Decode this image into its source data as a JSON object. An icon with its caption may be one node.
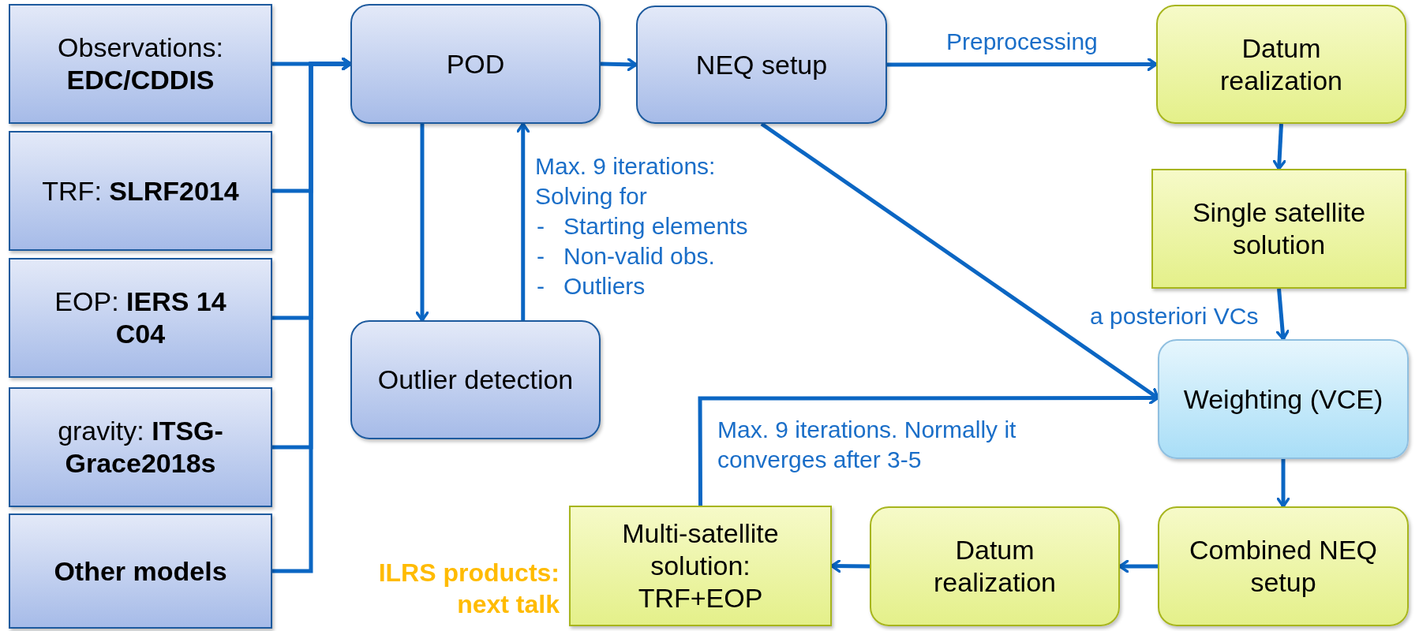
{
  "diagram": {
    "nodes": [
      {
        "text": [
          "Observations: **EDC/CDDIS**"
        ]
      },
      {
        "text": [
          "TRF: **SLRF2014**"
        ]
      },
      {
        "text": [
          "EOP: **IERS 14 C04**"
        ]
      },
      {
        "text": [
          "gravity: **ITSG-Grace2018s**"
        ]
      },
      {
        "text": [
          "**Other models**"
        ]
      },
      {
        "text": [
          "POD"
        ]
      },
      {
        "text": [
          "NEQ setup"
        ]
      },
      {
        "text": [
          "Datum realization"
        ]
      },
      {
        "text": [
          "Single satellite solution"
        ]
      },
      {
        "text": [
          "Weighting (VCE)"
        ]
      },
      {
        "text": [
          "Outlier detection"
        ]
      },
      {
        "text": [
          "Combined NEQ setup"
        ]
      },
      {
        "text": [
          "Datum realization"
        ]
      },
      {
        "text": [
          "Multi-satellite solution: TRF+EOP"
        ],
        "beside": [
          "ILRS products: next talk"
        ]
      }
    ],
    "edges": [
      {
        "from": 0,
        "to": 5,
        "arrow": "to"
      },
      {
        "from": 1,
        "to": 5,
        "arrow": "to"
      },
      {
        "from": 2,
        "to": 5,
        "arrow": "to"
      },
      {
        "from": 3,
        "to": 5,
        "arrow": "to"
      },
      {
        "from": 4,
        "to": 5,
        "arrow": "to"
      },
      {
        "from": 5,
        "to": 10,
        "arrow": "to"
      },
      {
        "from": 10,
        "to": 5,
        "arrow": "to"
      },
      {
        "from": 5,
        "to": 6,
        "arrow": "to"
      },
      {
        "from": 6,
        "to": 7,
        "arrow": "to",
        "label": "Preprocessing"
      },
      {
        "from": 6,
        "to": 9,
        "arrow": "to"
      },
      {
        "from": 7,
        "to": 8,
        "arrow": "to"
      },
      {
        "from": 8,
        "to": 9,
        "arrow": "to",
        "label": "a posteriori VCs"
      },
      {
        "from": 9,
        "to": 11,
        "arrow": "to"
      },
      {
        "from": 11,
        "to": 12,
        "arrow": "to"
      },
      {
        "from": 12,
        "to": 13,
        "arrow": "to"
      },
      {
        "from": 13,
        "to": 9,
        "arrow": "to",
        "label": "Max. 9 iterations. Normally  it converges after 3-5"
      }
    ],
    "labels": [
      "Max. 9 iterations: Solving for",
      "-",
      "Starting elements",
      "-",
      "Non-valid obs.",
      "-",
      "Outliers"
    ]
  }
}
